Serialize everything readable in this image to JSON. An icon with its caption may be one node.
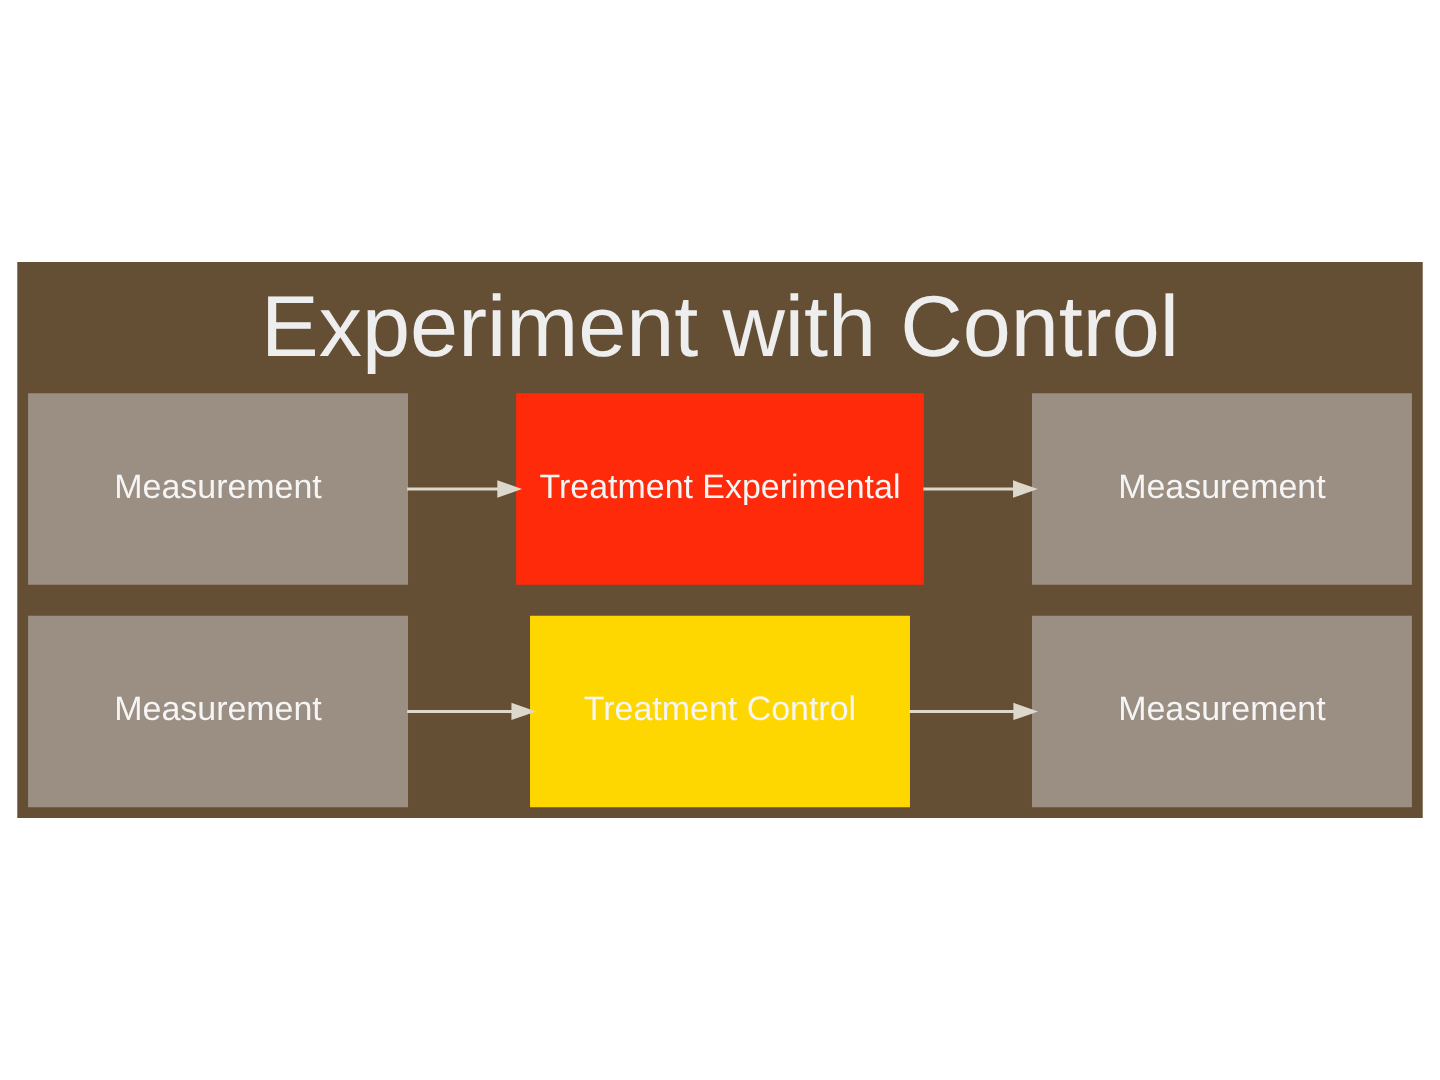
{
  "diagram": {
    "title": "Experiment with Control",
    "nodes": [
      {
        "text": [
          "Measurement"
        ]
      },
      {
        "text": [
          "Treatment Control"
        ]
      },
      {
        "text": [
          "Measurement"
        ]
      },
      {
        "text": [
          "Measurement"
        ]
      },
      {
        "text": [
          "Treatment Experimental"
        ]
      },
      {
        "text": [
          "Measurement"
        ]
      }
    ],
    "edges": [
      {
        "from": 0,
        "to": 1,
        "arrow": "to"
      },
      {
        "from": 1,
        "to": 2,
        "arrow": "to"
      },
      {
        "from": 3,
        "to": 4,
        "arrow": "to"
      },
      {
        "from": 4,
        "to": 5,
        "arrow": "to"
      }
    ]
  }
}
